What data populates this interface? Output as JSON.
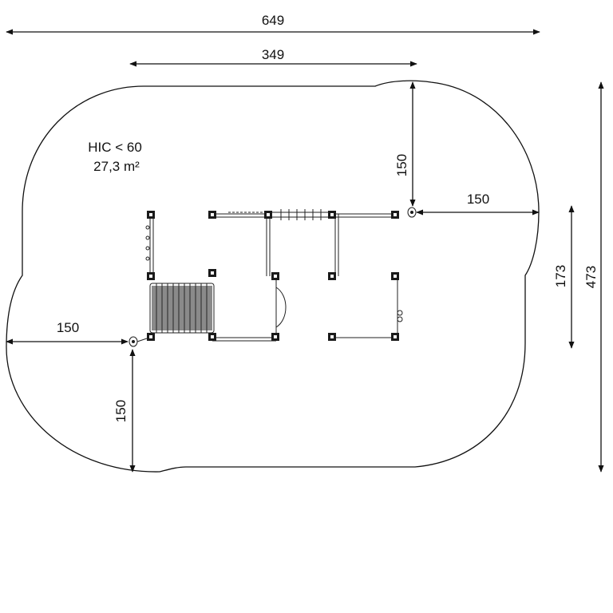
{
  "dimensions": {
    "overall_width": "649",
    "structure_width": "349",
    "clearance_top_right_vertical": "150",
    "clearance_right_horizontal": "150",
    "structure_depth": "173",
    "overall_depth": "473",
    "clearance_left_horizontal": "150",
    "clearance_left_vertical": "150"
  },
  "info": {
    "hic": "HIC < 60",
    "area": "27,3 m²"
  },
  "colors": {
    "line": "#111111",
    "background": "#ffffff"
  }
}
